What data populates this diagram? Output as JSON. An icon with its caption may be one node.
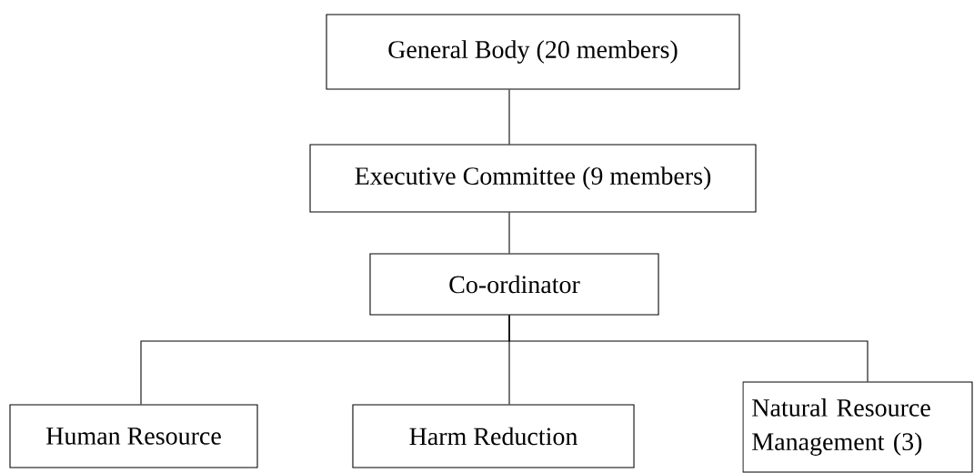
{
  "diagram": {
    "nodes": [
      {
        "text": [
          "General Body (20 members)"
        ]
      },
      {
        "text": [
          "Executive Committee (9 members)"
        ]
      },
      {
        "text": [
          "Co-ordinator"
        ]
      },
      {
        "text": [
          "Human  Resource"
        ]
      },
      {
        "text": [
          "Harm Reduction"
        ]
      },
      {
        "text": [
          "Natural Resource Management (3)"
        ]
      }
    ],
    "edges": [
      {
        "from": 0,
        "to": 1,
        "arrow": "none"
      },
      {
        "from": 1,
        "to": 2,
        "arrow": "none"
      },
      {
        "from": 2,
        "to": 3,
        "arrow": "none"
      },
      {
        "from": 2,
        "to": 4,
        "arrow": "none"
      },
      {
        "from": 2,
        "to": 5,
        "arrow": "none"
      }
    ]
  }
}
